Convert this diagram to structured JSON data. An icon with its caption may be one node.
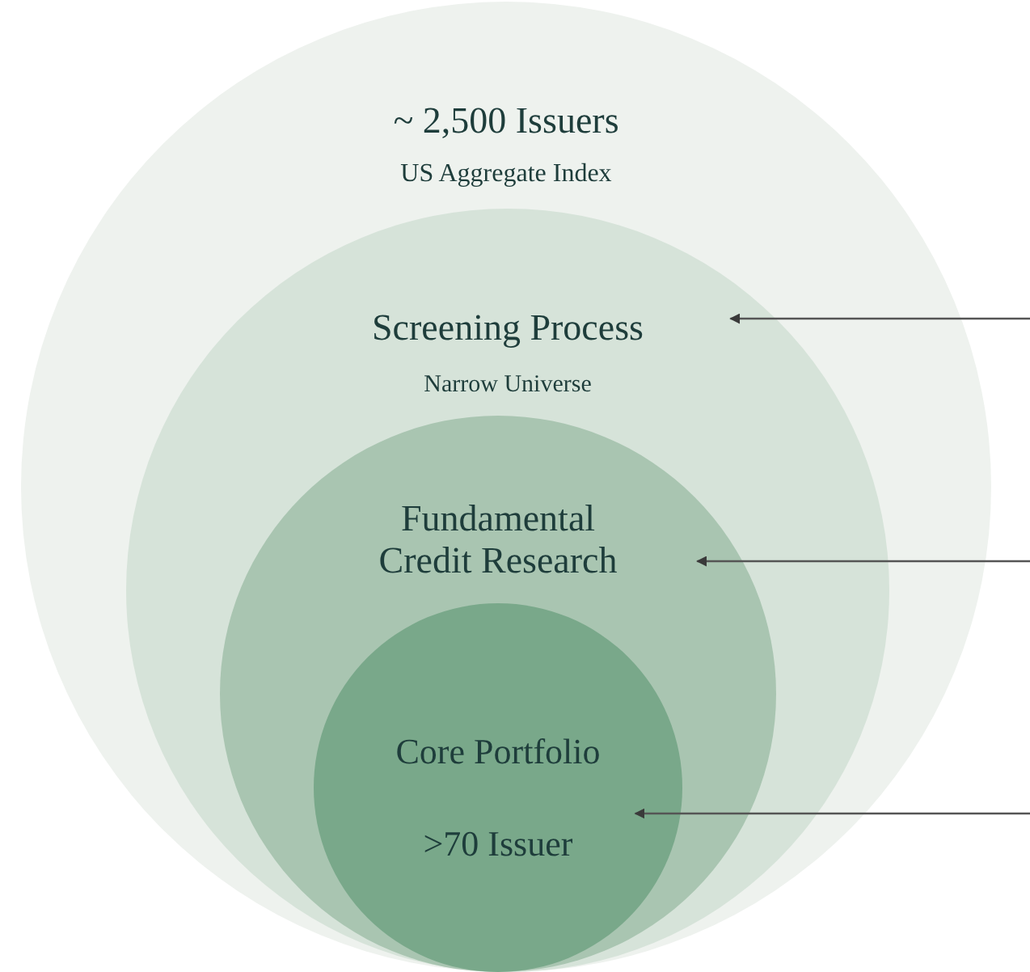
{
  "diagram": {
    "nodes": [
      {
        "text": [
          "~ 2,500 Issuers",
          "US Aggregate Index"
        ]
      },
      {
        "text": [
          "Screening Process",
          "Narrow Universe"
        ],
        "in": 0
      },
      {
        "text": [
          "Fundamental Credit Research"
        ],
        "in": 1
      },
      {
        "text": [
          "Core Portfolio",
          ">70 Issuer"
        ],
        "in": 2
      }
    ],
    "edges": [
      {
        "from": null,
        "to": 1,
        "arrow": "to"
      },
      {
        "from": null,
        "to": 2,
        "arrow": "to"
      },
      {
        "from": null,
        "to": 3,
        "arrow": "to"
      }
    ]
  }
}
